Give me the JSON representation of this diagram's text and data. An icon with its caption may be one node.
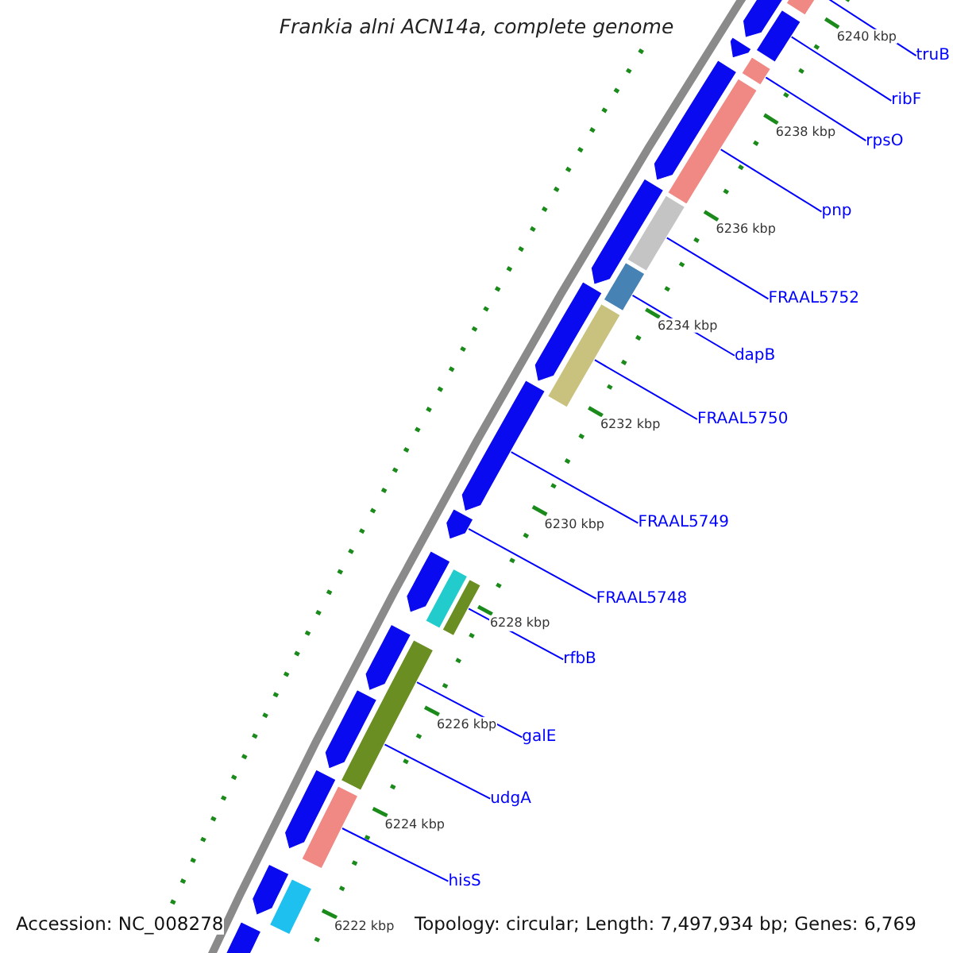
{
  "diagram": {
    "title": "Frankia alni ACN14a, complete genome",
    "nodes": [
      {
        "text": [
          "truB"
        ]
      },
      {
        "text": [
          "ribF"
        ]
      },
      {
        "text": [
          "rpsO"
        ]
      },
      {
        "text": [
          "pnp"
        ]
      },
      {
        "text": [
          "FRAAL5752"
        ]
      },
      {
        "text": [
          "dapB"
        ]
      },
      {
        "text": [
          "FRAAL5750"
        ]
      },
      {
        "text": [
          "FRAAL5749"
        ]
      },
      {
        "text": [
          "FRAAL5748"
        ]
      },
      {
        "text": [
          "rfbB"
        ]
      },
      {
        "text": [
          "galE"
        ]
      },
      {
        "text": [
          "udgA"
        ]
      },
      {
        "text": [
          "hisS"
        ]
      },
      {
        "text": [],
        "shape": "bar"
      },
      {
        "text": [],
        "shape": "bar"
      },
      {
        "text": [],
        "shape": "bar"
      },
      {
        "text": [],
        "shape": "bar"
      },
      {
        "text": [],
        "shape": "bar"
      },
      {
        "text": [],
        "shape": "bar"
      },
      {
        "text": [],
        "shape": "bar"
      },
      {
        "text": [],
        "shape": "bar"
      },
      {
        "text": [],
        "shape": "bar"
      },
      {
        "text": [],
        "shape": "bar"
      },
      {
        "text": [],
        "shape": "bar"
      },
      {
        "text": [],
        "shape": "bar"
      },
      {
        "text": [],
        "shape": "bar"
      },
      {
        "text": [],
        "shape": "bar"
      },
      {
        "text": [],
        "shape": "bar"
      },
      {
        "text": [],
        "shape": "bar"
      },
      {
        "text": [],
        "shape": "bar"
      },
      {
        "text": [],
        "shape": "bar"
      },
      {
        "text": [],
        "shape": "bar"
      },
      {
        "text": [],
        "shape": "bar"
      },
      {
        "text": [],
        "shape": "bar"
      },
      {
        "text": [],
        "shape": "bar"
      },
      {
        "text": [],
        "shape": "bar"
      },
      {
        "text": [],
        "shape": "bar"
      },
      {
        "text": [],
        "shape": "bar"
      }
    ],
    "edges": [
      {
        "from": 0,
        "to": 13,
        "arrow": "none"
      },
      {
        "from": 1,
        "to": 14,
        "arrow": "none"
      },
      {
        "from": 2,
        "to": 15,
        "arrow": "none"
      },
      {
        "from": 3,
        "to": 16,
        "arrow": "none"
      },
      {
        "from": 4,
        "to": 17,
        "arrow": "none"
      },
      {
        "from": 5,
        "to": 18,
        "arrow": "none"
      },
      {
        "from": 6,
        "to": 19,
        "arrow": "none"
      },
      {
        "from": 7,
        "to": 20,
        "arrow": "none"
      },
      {
        "from": 8,
        "to": 21,
        "arrow": "none"
      },
      {
        "from": 9,
        "to": 22,
        "arrow": "none"
      },
      {
        "from": 10,
        "to": 23,
        "arrow": "none"
      },
      {
        "from": 11,
        "to": 23,
        "arrow": "none"
      },
      {
        "from": 12,
        "to": 24,
        "arrow": "none"
      }
    ],
    "labels": [
      "6240 kbp",
      "6238 kbp",
      "6236 kbp",
      "6234 kbp",
      "6232 kbp",
      "6230 kbp",
      "6228 kbp",
      "6226 kbp",
      "6224 kbp",
      "6222 kbp",
      "Accession: NC_008278",
      "Topology: circular; Length: 7,497,934 bp; Genes: 6,769"
    ]
  }
}
